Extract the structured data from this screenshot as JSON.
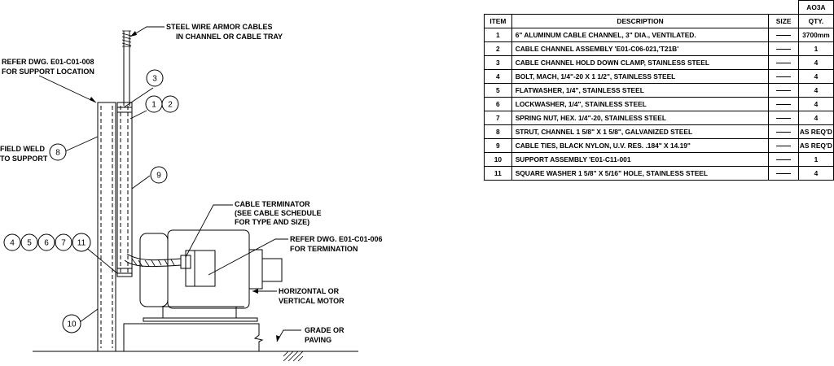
{
  "callouts": {
    "steel_wire": [
      "STEEL WIRE ARMOR CABLES",
      "IN CHANNEL OR CABLE TRAY"
    ],
    "refer_support": [
      "REFER DWG. E01-C01-008",
      "FOR SUPPORT LOCATION"
    ],
    "field_weld": [
      "FIELD WELD",
      "TO SUPPORT"
    ],
    "cable_terminator": [
      "CABLE TERMINATOR",
      "(SEE CABLE SCHEDULE",
      "FOR TYPE AND SIZE)"
    ],
    "refer_termination": [
      "REFER DWG. E01-C01-006",
      "FOR TERMINATION"
    ],
    "motor": [
      "HORIZONTAL OR",
      "VERTICAL MOTOR"
    ],
    "grade": [
      "GRADE OR",
      "PAVING"
    ]
  },
  "balloons": [
    "3",
    "1",
    "2",
    "8",
    "9",
    "4",
    "5",
    "6",
    "7",
    "11",
    "10"
  ],
  "bom": {
    "group_header": "AO3A",
    "columns": [
      "ITEM",
      "DESCRIPTION",
      "SIZE",
      "QTY."
    ],
    "rows": [
      {
        "item": "1",
        "desc": "6\" ALUMINUM CABLE CHANNEL, 3\" DIA., VENTILATED.",
        "qty": "3700mm"
      },
      {
        "item": "2",
        "desc": "CABLE CHANNEL ASSEMBLY 'E01-C06-021,'T21B'",
        "qty": "1"
      },
      {
        "item": "3",
        "desc": "CABLE CHANNEL HOLD DOWN CLAMP, STAINLESS STEEL",
        "qty": "4"
      },
      {
        "item": "4",
        "desc": "BOLT, MACH, 1/4\"-20 X 1 1/2\", STAINLESS STEEL",
        "qty": "4"
      },
      {
        "item": "5",
        "desc": "FLATWASHER, 1/4\", STAINLESS STEEL",
        "qty": "4"
      },
      {
        "item": "6",
        "desc": "LOCKWASHER, 1/4\", STAINLESS STEEL",
        "qty": "4"
      },
      {
        "item": "7",
        "desc": "SPRING NUT, HEX. 1/4\"-20, STAINLESS STEEL",
        "qty": "4"
      },
      {
        "item": "8",
        "desc": "STRUT, CHANNEL 1 5/8\" X 1 5/8\", GALVANIZED STEEL",
        "qty": "AS REQ'D"
      },
      {
        "item": "9",
        "desc": "CABLE TIES, BLACK NYLON, U.V. RES.  .184\" X 14.19\"",
        "qty": "AS REQ'D"
      },
      {
        "item": "10",
        "desc": "SUPPORT ASSEMBLY  'E01-C11-001",
        "qty": "1"
      },
      {
        "item": "11",
        "desc": "SQUARE WASHER 1 5/8\" X 5/16\" HOLE, STAINLESS STEEL",
        "qty": "4"
      }
    ]
  }
}
